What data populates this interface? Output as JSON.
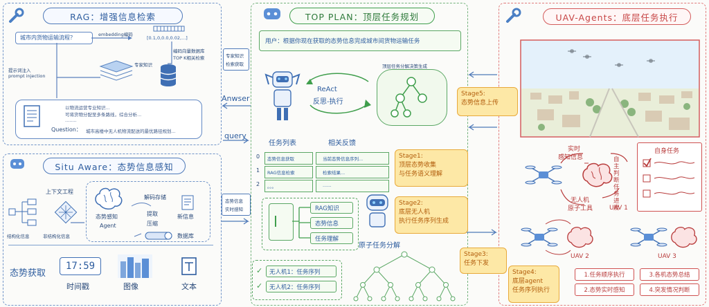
{
  "rag": {
    "title": "RAG：增强信息检索",
    "query_box": "城市内货物运输流程？",
    "embedding_label": "embedding编码",
    "vector": "[0.1,0,0.0,0.02,...]",
    "retrieve_label_1": "编码向量数据库",
    "retrieve_label_2": "TOP K相关检索",
    "db_label": "专家知识",
    "prompt_label_1": "提示词注入",
    "prompt_label_2": "prompt injection",
    "doc_line_1": "以物流运营专业知识...",
    "doc_line_2": "可将货物分配至多条路线，综合分析...",
    "doc_line_3": "........",
    "question_label": "Question：",
    "question_text": "城市高楼中无人机物流配送的最优路径规划..."
  },
  "situ": {
    "title": "Situ Aware：态势信息感知",
    "context_label": "上下文工程",
    "structured_label": "结构化信息",
    "unstructured_label": "非结构化信息",
    "agent_label_1": "态势感知",
    "agent_label_2": "Agent",
    "decode_label": "解码存储",
    "extract_label_1": "提取",
    "extract_label_2": "压缩",
    "new_info_label": "新信息",
    "db_label": "数据库",
    "acquire_label": "态势获取",
    "clock": "17:59",
    "timestamp_label": "时间戳",
    "image_label": "图像",
    "text_label": "文本"
  },
  "side": {
    "expert_knowledge_1": "专家知识",
    "expert_knowledge_2": "检索获取",
    "answer_label": "Anwser",
    "query_label": "query",
    "situ_info_1": "态势信息",
    "situ_info_2": "实时感知"
  },
  "plan": {
    "title": "TOP PLAN：顶层任务规划",
    "user_prompt": "用户：根据你现在获取的态势信息完成城市间货物运输任务",
    "react_label_1": "ReAct",
    "react_label_2": "反思-执行",
    "tree_label": "顶层任务分解决策生成",
    "task_list_label": "任务列表",
    "feedback_label": "相关反馈",
    "rows": [
      {
        "idx": "0",
        "task": "态势信息获取",
        "fb": "当前态势信息序列..."
      },
      {
        "idx": "1",
        "task": "RAG信息检索",
        "fb": "检索结果..."
      },
      {
        "idx": "2",
        "task": "。。。",
        "fb": "......"
      }
    ],
    "kb_items": [
      "RAG知识",
      "态势信息",
      "任务理解"
    ],
    "atomic_label": "原子任务分解",
    "uav_tasks": [
      "无人机1：任务序列",
      "无人机2：任务序列"
    ]
  },
  "stages": {
    "s1": [
      "Stage1:",
      "顶层态势收集",
      "与任务语义理解"
    ],
    "s2": [
      "Stage2:",
      "底层无人机",
      "执行任务序列生成"
    ],
    "s3": [
      "Stage3:",
      "任务下发"
    ],
    "s4": [
      "Stage4:",
      "底层agent",
      "任务序列执行"
    ],
    "s5": [
      "Stage5:",
      "态势信息上传"
    ]
  },
  "uav": {
    "title": "UAV-Agents：底层任务执行",
    "realtime_1": "实时",
    "realtime_2": "感知信息",
    "self_task": "自身任务",
    "judge_label": "自主判断任务进度",
    "atomic_tools_1": "无人机",
    "atomic_tools_2": "原子工具",
    "uav1": "UAV 1",
    "uav2": "UAV 2",
    "uav3": "UAV 3",
    "exec_items": [
      "1.任务顺序执行",
      "3.各机态势总结",
      "2.态势实时感知",
      "4.突发情况判断"
    ]
  },
  "colors": {
    "blue": "#2d5c9e",
    "green": "#3f9e4c",
    "red": "#d35b5b",
    "stage": "#fde8a6"
  }
}
